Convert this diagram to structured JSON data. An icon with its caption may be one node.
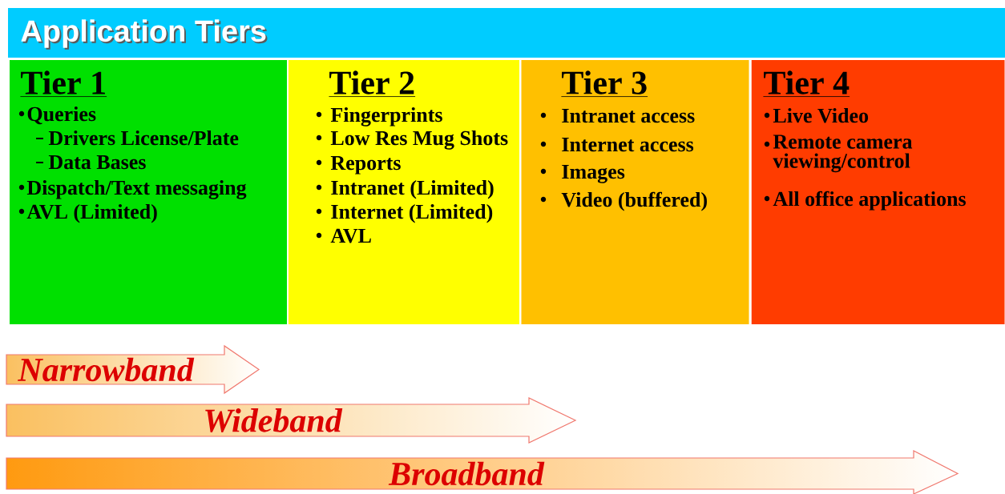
{
  "diagram": {
    "title": "Application Tiers",
    "nodes": [
      {
        "text": [
          "Tier 1",
          "Queries",
          "Drivers License/Plate",
          "Data Bases",
          "Dispatch/Text messaging",
          "AVL (Limited)"
        ]
      },
      {
        "text": [
          "Tier 2",
          "Fingerprints",
          "Low Res Mug Shots",
          "Reports",
          "Intranet (Limited)",
          "Internet (Limited)",
          "AVL"
        ]
      },
      {
        "text": [
          "Tier 3",
          "Intranet access",
          "Internet access",
          "Images",
          "Video (buffered)"
        ]
      },
      {
        "text": [
          "Tier 4",
          "Live Video",
          "Remote camera viewing/control",
          "All office applications"
        ]
      },
      {
        "text": [
          "Narrowband"
        ]
      },
      {
        "text": [
          "Wideband"
        ]
      },
      {
        "text": [
          "Broadband"
        ]
      }
    ]
  }
}
